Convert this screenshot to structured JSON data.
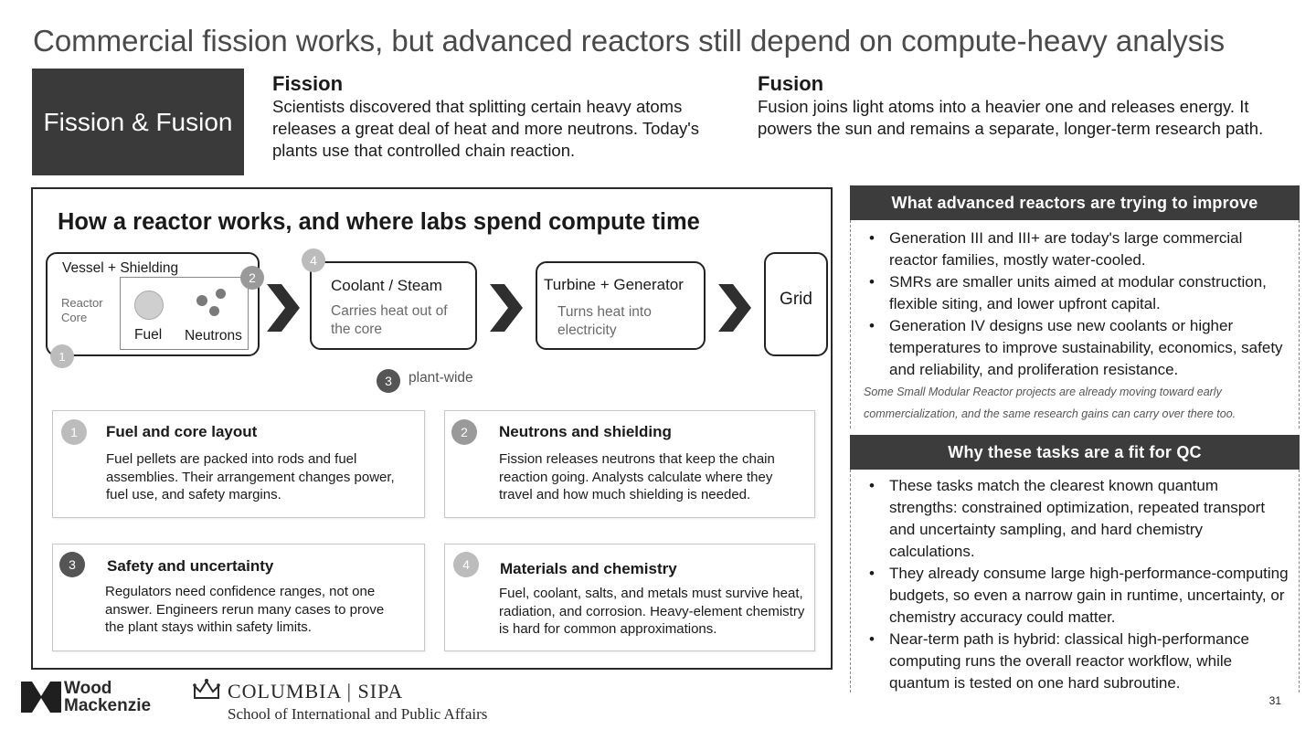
{
  "title": "Commercial fission works, but advanced reactors still depend on compute-heavy analysis",
  "intro": {
    "box_label": "Fission & Fusion",
    "fission": {
      "heading": "Fission",
      "text": "Scientists discovered that splitting certain heavy atoms releases a great deal of heat and more neutrons. Today's plants use that controlled chain reaction."
    },
    "fusion": {
      "heading": "Fusion",
      "text": "Fusion joins light atoms into a heavier one and releases energy. It powers the sun and remains a separate, longer-term research path."
    }
  },
  "diagram": {
    "title": "How a reactor works, and where labs spend compute time",
    "vessel": {
      "label": "Vessel + Shielding",
      "core_label": "Reactor Core",
      "fuel": "Fuel",
      "neutrons": "Neutrons",
      "marker": "1",
      "marker2": "2"
    },
    "coolant": {
      "label": "Coolant / Steam",
      "sub": "Carries heat out of the core",
      "marker": "4"
    },
    "turbine": {
      "label": "Turbine + Generator",
      "sub": "Turns heat into electricity"
    },
    "grid": {
      "label": "Grid"
    },
    "plantwide": {
      "marker": "3",
      "label": "plant-wide"
    }
  },
  "cards": [
    {
      "num": "1",
      "heading": "Fuel and core layout",
      "text": "Fuel pellets are packed into rods and fuel assemblies. Their arrangement changes power, fuel use, and safety margins."
    },
    {
      "num": "2",
      "heading": "Neutrons and shielding",
      "text": "Fission releases neutrons that keep the chain reaction going. Analysts calculate where they travel and how much shielding is needed."
    },
    {
      "num": "3",
      "heading": "Safety and uncertainty",
      "text": "Regulators need confidence ranges, not one answer. Engineers rerun many cases to prove the plant stays within safety limits."
    },
    {
      "num": "4",
      "heading": "Materials and chemistry",
      "text": "Fuel, coolant, salts, and metals must survive heat, radiation, and corrosion. Heavy-element chemistry is hard for common approximations."
    }
  ],
  "sidebar": {
    "improve": {
      "heading": "What advanced reactors are trying to improve",
      "bullets": [
        "Generation III and III+ are today's large commercial reactor families, mostly water-cooled.",
        "SMRs are smaller units aimed at modular construction, flexible siting, and lower upfront capital.",
        "Generation IV designs use new coolants or higher temperatures to improve sustainability, economics, safety and reliability, and proliferation resistance."
      ],
      "note": "Some Small Modular Reactor projects are already moving toward early commercialization, and the same research gains can carry over there too."
    },
    "fit": {
      "heading": "Why these tasks are a fit for QC",
      "bullets": [
        "These tasks match the clearest known quantum strengths: constrained optimization, repeated transport and uncertainty sampling, and hard chemistry calculations.",
        "They already consume large high-performance-computing budgets, so even a narrow gain in runtime, uncertainty, or chemistry accuracy could matter.",
        "Near-term path is hybrid: classical high-performance computing runs the overall reactor workflow, while quantum is tested on one hard subroutine."
      ]
    }
  },
  "footer": {
    "wm_line1": "Wood",
    "wm_line2": "Mackenzie",
    "columbia": "COLUMBIA | SIPA",
    "columbia_sub": "School of International and Public Affairs",
    "page": "31"
  }
}
